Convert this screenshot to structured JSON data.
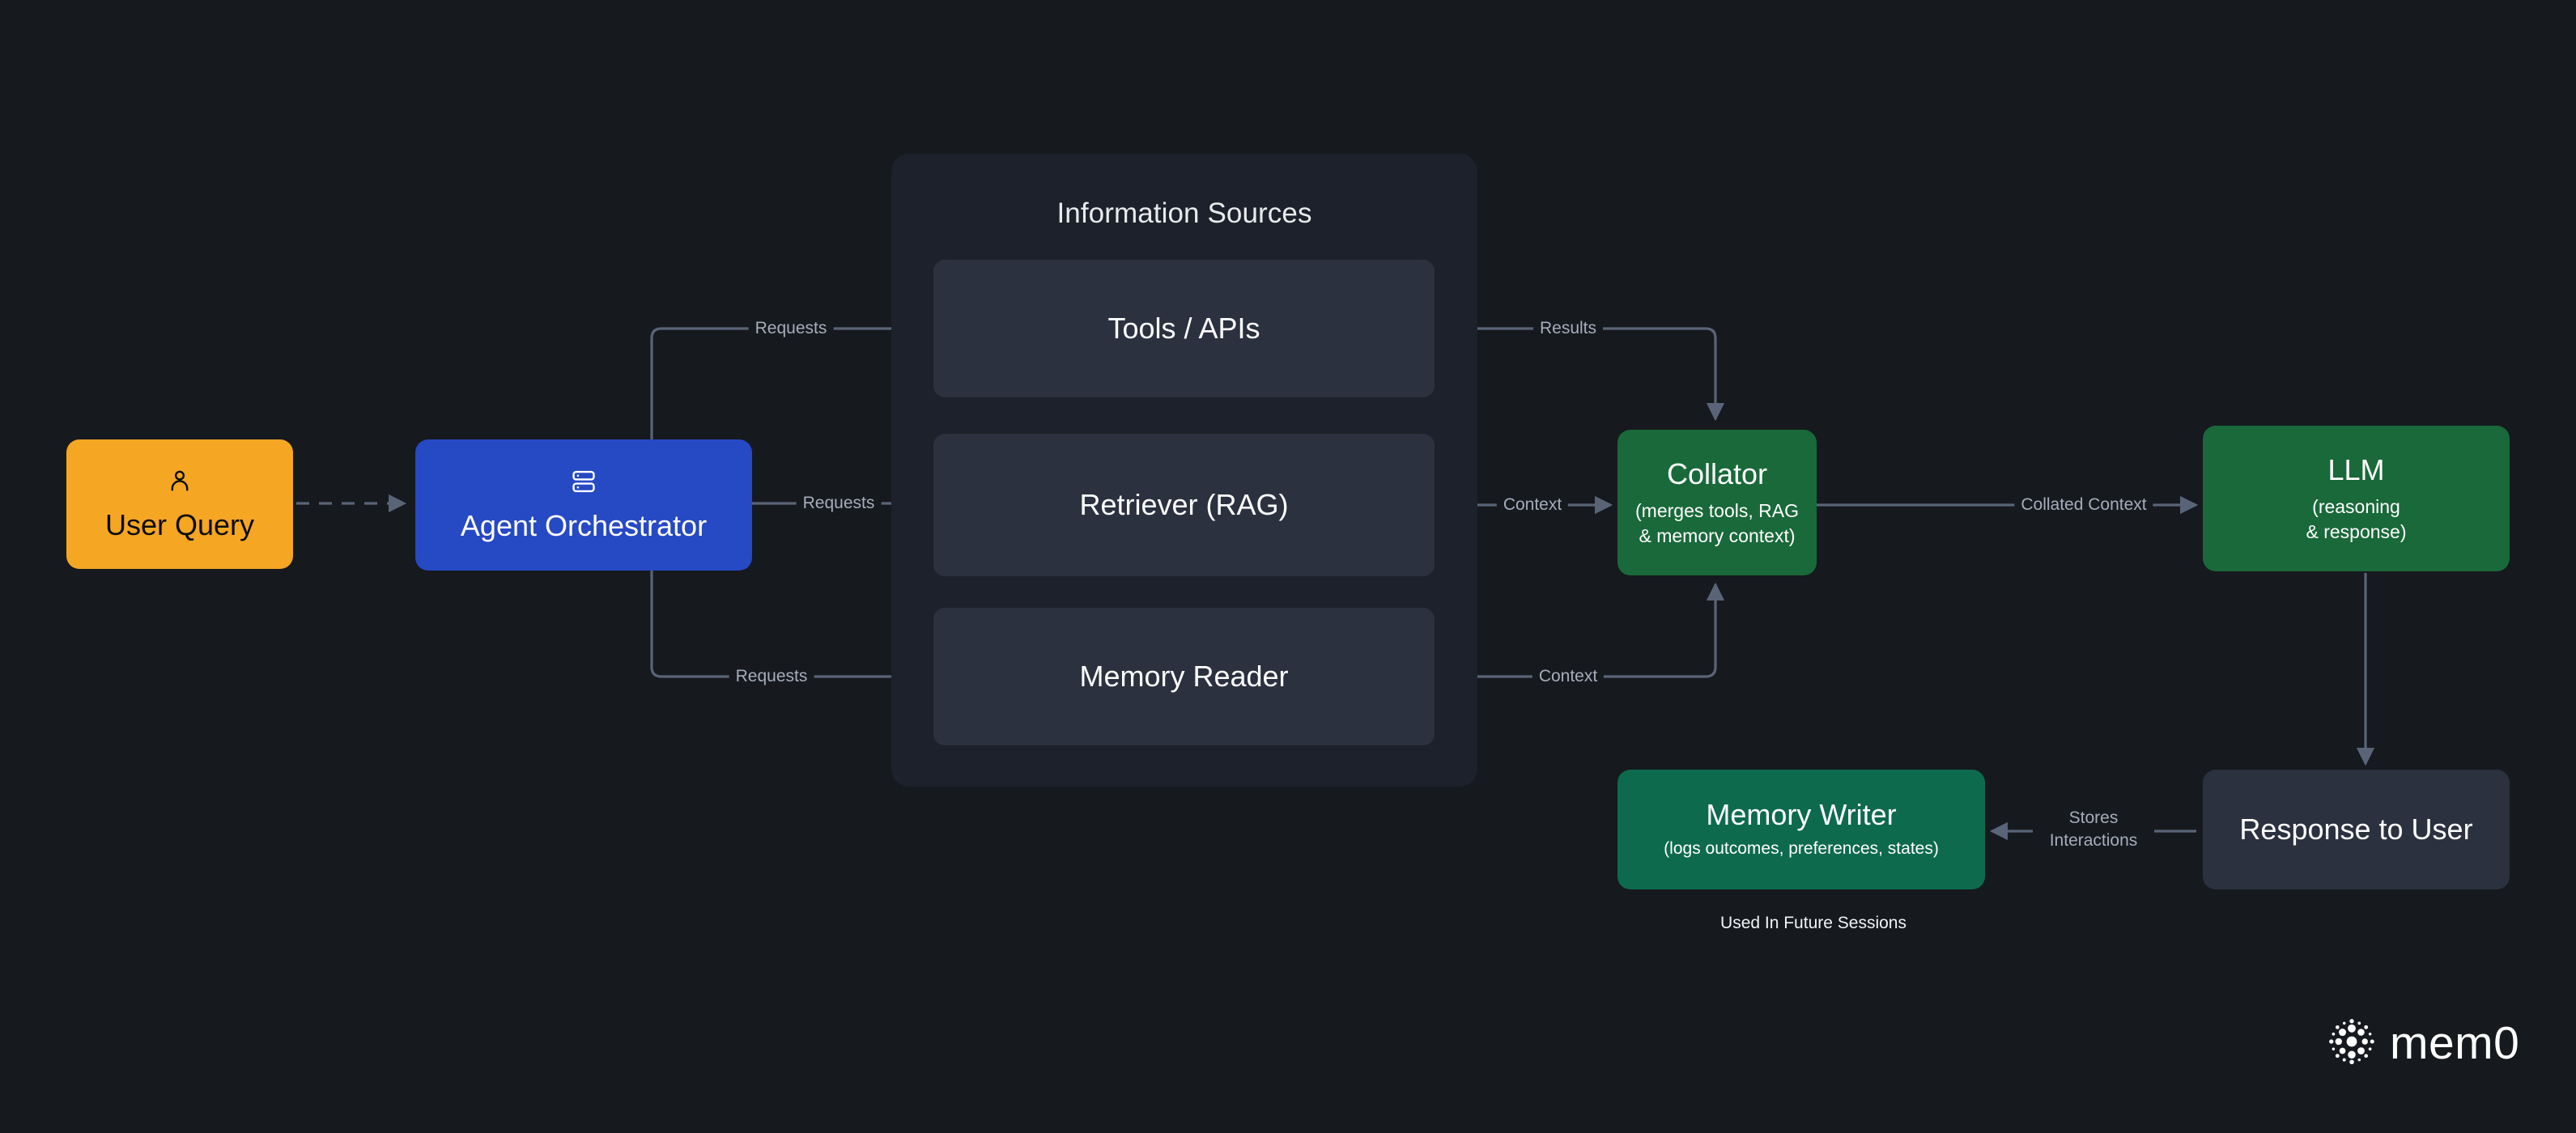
{
  "theme": {
    "background": "#16191e",
    "panel_bg": "#1c212b",
    "node_dark": "#2b313e",
    "accent_orange": "#f5a623",
    "accent_blue": "#2649c4",
    "accent_green": "#19693a",
    "accent_teal": "#0d6a4d",
    "edge_color": "#5a6478",
    "label_color": "#a6adbb",
    "text_light": "#ffffff"
  },
  "nodes": {
    "user_query": {
      "title": "User Query",
      "icon": "person-icon"
    },
    "agent_orchestrator": {
      "title": "Agent Orchestrator",
      "icon": "server-icon"
    },
    "tools_apis": {
      "title": "Tools / APIs"
    },
    "retriever": {
      "title": "Retriever (RAG)"
    },
    "memory_reader": {
      "title": "Memory Reader"
    },
    "collator": {
      "title": "Collator",
      "sub_line1": "(merges tools, RAG",
      "sub_line2": "& memory context)"
    },
    "llm": {
      "title": "LLM",
      "sub_line1": "(reasoning",
      "sub_line2": "& response)"
    },
    "memory_writer": {
      "title": "Memory Writer",
      "sub": "(logs outcomes, preferences, states)"
    },
    "response": {
      "title": "Response to User"
    }
  },
  "groups": {
    "information_sources": {
      "title": "Information Sources"
    }
  },
  "edge_labels": {
    "requests_tools": "Requests",
    "requests_retriever": "Requests",
    "requests_memory": "Requests",
    "results_tools": "Results",
    "context_retriever": "Context",
    "context_memory": "Context",
    "collated_context": "Collated Context",
    "stores_interactions_line1": "Stores",
    "stores_interactions_line2": "Interactions"
  },
  "captions": {
    "used_in_future_sessions": "Used In Future Sessions"
  },
  "brand": {
    "wordmark": "mem0",
    "logo": "mem0-radial-dots-logo"
  }
}
